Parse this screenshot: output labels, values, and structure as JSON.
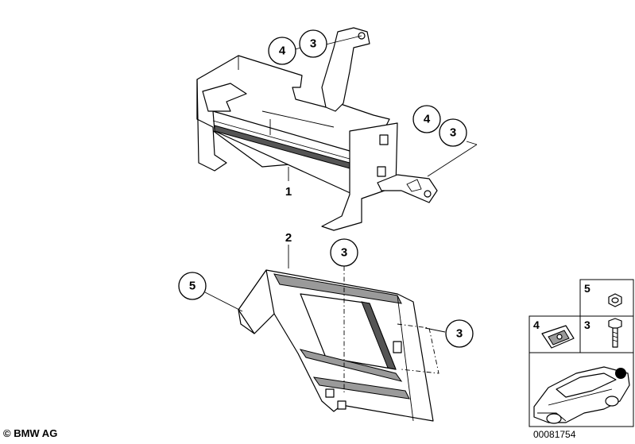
{
  "diagram": {
    "labels": {
      "part_1": "1",
      "part_2": "2"
    },
    "callouts": {
      "c_4_top": "4",
      "c_3_top": "3",
      "c_4_right": "4",
      "c_3_right": "3",
      "c_5_left": "5",
      "c_3_mid": "3",
      "c_3_lower_right": "3"
    },
    "inset": {
      "num_5": "5",
      "num_4": "4",
      "num_3": "3"
    }
  },
  "footer": {
    "copyright": "© BMW AG",
    "doc_number": "00081754"
  }
}
